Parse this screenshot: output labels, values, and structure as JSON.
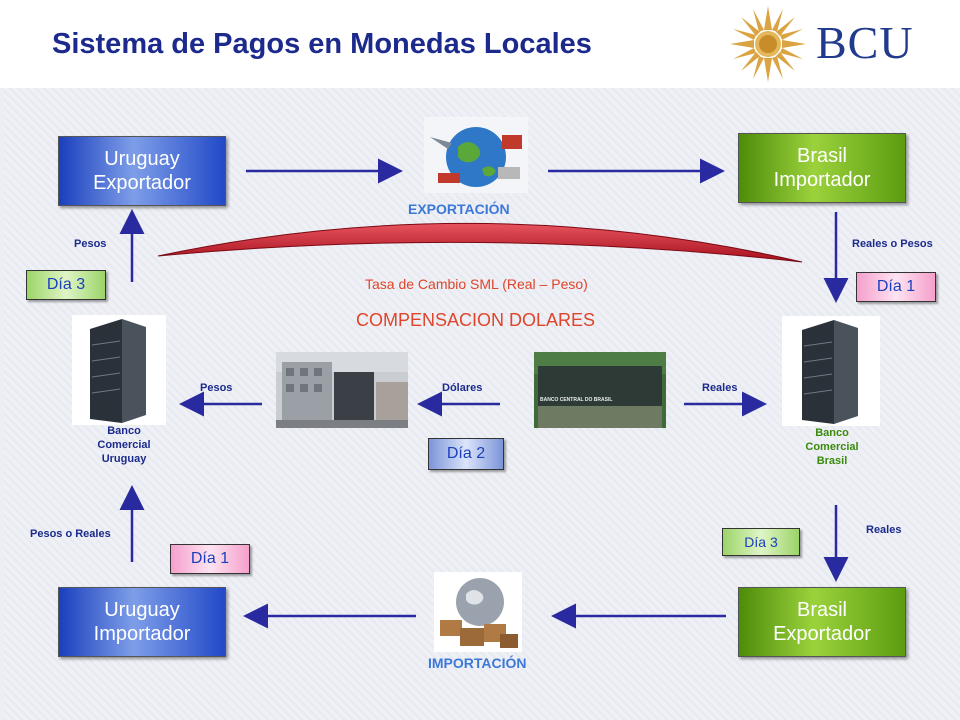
{
  "header": {
    "title": "Sistema de Pagos en Monedas Locales",
    "logo_text": "BCU"
  },
  "boxes": {
    "uy_exportador": "Uruguay\nExportador",
    "br_importador": "Brasil\nImportador",
    "uy_importador": "Uruguay\nImportador",
    "br_exportador": "Brasil\nExportador"
  },
  "captions": {
    "exportacion": "EXPORTACIÓN",
    "importacion": "IMPORTACIÓN",
    "tasa": "Tasa de Cambio SML (Real – Peso)",
    "compensacion": "COMPENSACION DOLARES"
  },
  "labels": {
    "pesos_top": "Pesos",
    "reales_o_pesos": "Reales o Pesos",
    "pesos_mid": "Pesos",
    "dolares": "Dólares",
    "reales_mid": "Reales",
    "pesos_o_reales": "Pesos o Reales",
    "reales_bottom": "Reales"
  },
  "days": {
    "dia3_left": "Día 3",
    "dia1_right": "Día 1",
    "dia2_center": "Día 2",
    "dia1_left": "Día 1",
    "dia3_right": "Día 3"
  },
  "banks": {
    "uruguay": "Banco\nComercial\nUruguay",
    "brasil": "Banco\nComercial\nBrasil",
    "bcb_sign": "BANCO CENTRAL DO BRASIL"
  },
  "colors": {
    "title": "#1b2a8c",
    "caption_orange": "#e0442a",
    "bank_brasil": "#3a8a0e",
    "arc_red": "#c81e2a"
  },
  "icons": {
    "logo": "sun-emblem-icon",
    "export": "globe-transport-icon",
    "import": "globe-boxes-icon",
    "bank": "office-tower-icon"
  }
}
